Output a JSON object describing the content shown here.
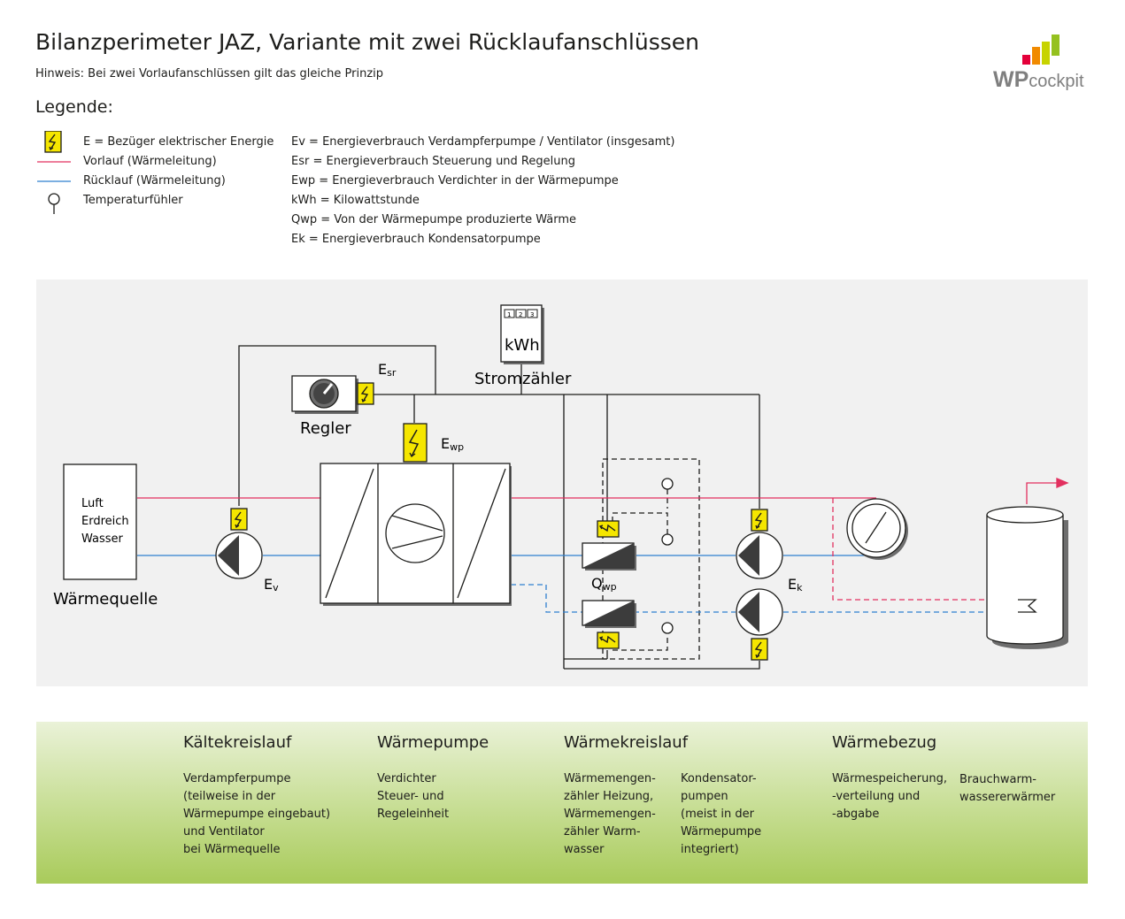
{
  "header": {
    "title": "Bilanzperimeter JAZ, Variante mit zwei Rücklaufanschlüssen",
    "subtitle": "Hinweis: Bei zwei Vorlaufanschlüssen gilt das gleiche Prinzip",
    "logo_text_bold": "WP",
    "logo_text_light": "cockpit",
    "logo_colors": [
      "#e4003a",
      "#f18a00",
      "#c7d300",
      "#95c11f"
    ]
  },
  "legend": {
    "heading": "Legende:",
    "left": [
      {
        "symbol": "bolt-icon",
        "text": "E = Bezüger elektrischer Energie"
      },
      {
        "symbol": "vorlauf-line",
        "text": "Vorlauf (Wärmeleitung)"
      },
      {
        "symbol": "ruecklauf-line",
        "text": "Rücklauf (Wärmeleitung)"
      },
      {
        "symbol": "sensor-icon",
        "text": "Temperaturfühler"
      }
    ],
    "right": [
      "Ev = Energieverbrauch Verdampferpumpe / Ventilator (insgesamt)",
      "Esr = Energieverbrauch Steuerung und Regelung",
      "Ewp = Energieverbrauch Verdichter in der Wärmepumpe",
      "kWh = Kilowattstunde",
      "Qwp = Von der Wärmepumpe produzierte Wärme",
      "Ek = Energieverbrauch Kondensatorpumpe"
    ]
  },
  "colors": {
    "vorlauf": "#e2305f",
    "ruecklauf": "#2f7fcf",
    "bolt_fill": "#f5e600",
    "panel_bg": "#f1f1f1"
  },
  "diagram": {
    "source": [
      "Luft",
      "Erdreich",
      "Wasser"
    ],
    "source_label": "Wärmequelle",
    "regler_label": "Regler",
    "meter_digits": [
      "1",
      "2",
      "3"
    ],
    "meter_unit": "kWh",
    "meter_label": "Stromzähler",
    "esr": {
      "main": "E",
      "sub": "sr"
    },
    "ewp": {
      "main": "E",
      "sub": "wp"
    },
    "ev": {
      "main": "E",
      "sub": "v"
    },
    "ek": {
      "main": "E",
      "sub": "k"
    },
    "qwp": {
      "main": "Q",
      "sub": "wp"
    }
  },
  "bottom": {
    "sections": [
      {
        "heading": "Kältekreislauf",
        "text": "Verdampferpumpe\n(teilweise in der\nWärmepumpe eingebaut)\nund Ventilator\nbei Wärmequelle"
      },
      {
        "heading": "Wärmepumpe",
        "text": "Verdichter\nSteuer- und\nRegeleinheit"
      },
      {
        "heading": "Wärmekreislauf",
        "text": "Wärmemengen-\nzähler Heizung,\nWärmemengen-\nzähler Warm-\nwasser"
      },
      {
        "heading": "",
        "text": "Kondensator-\npumpen\n(meist in der\nWärmepumpe\nintegriert)"
      },
      {
        "heading": "Wärmebezug",
        "text": "Wärmespeicherung,\n-verteilung und\n-abgabe"
      },
      {
        "heading": "",
        "text": "Brauchwarm-\nwassererwärmer"
      }
    ]
  }
}
